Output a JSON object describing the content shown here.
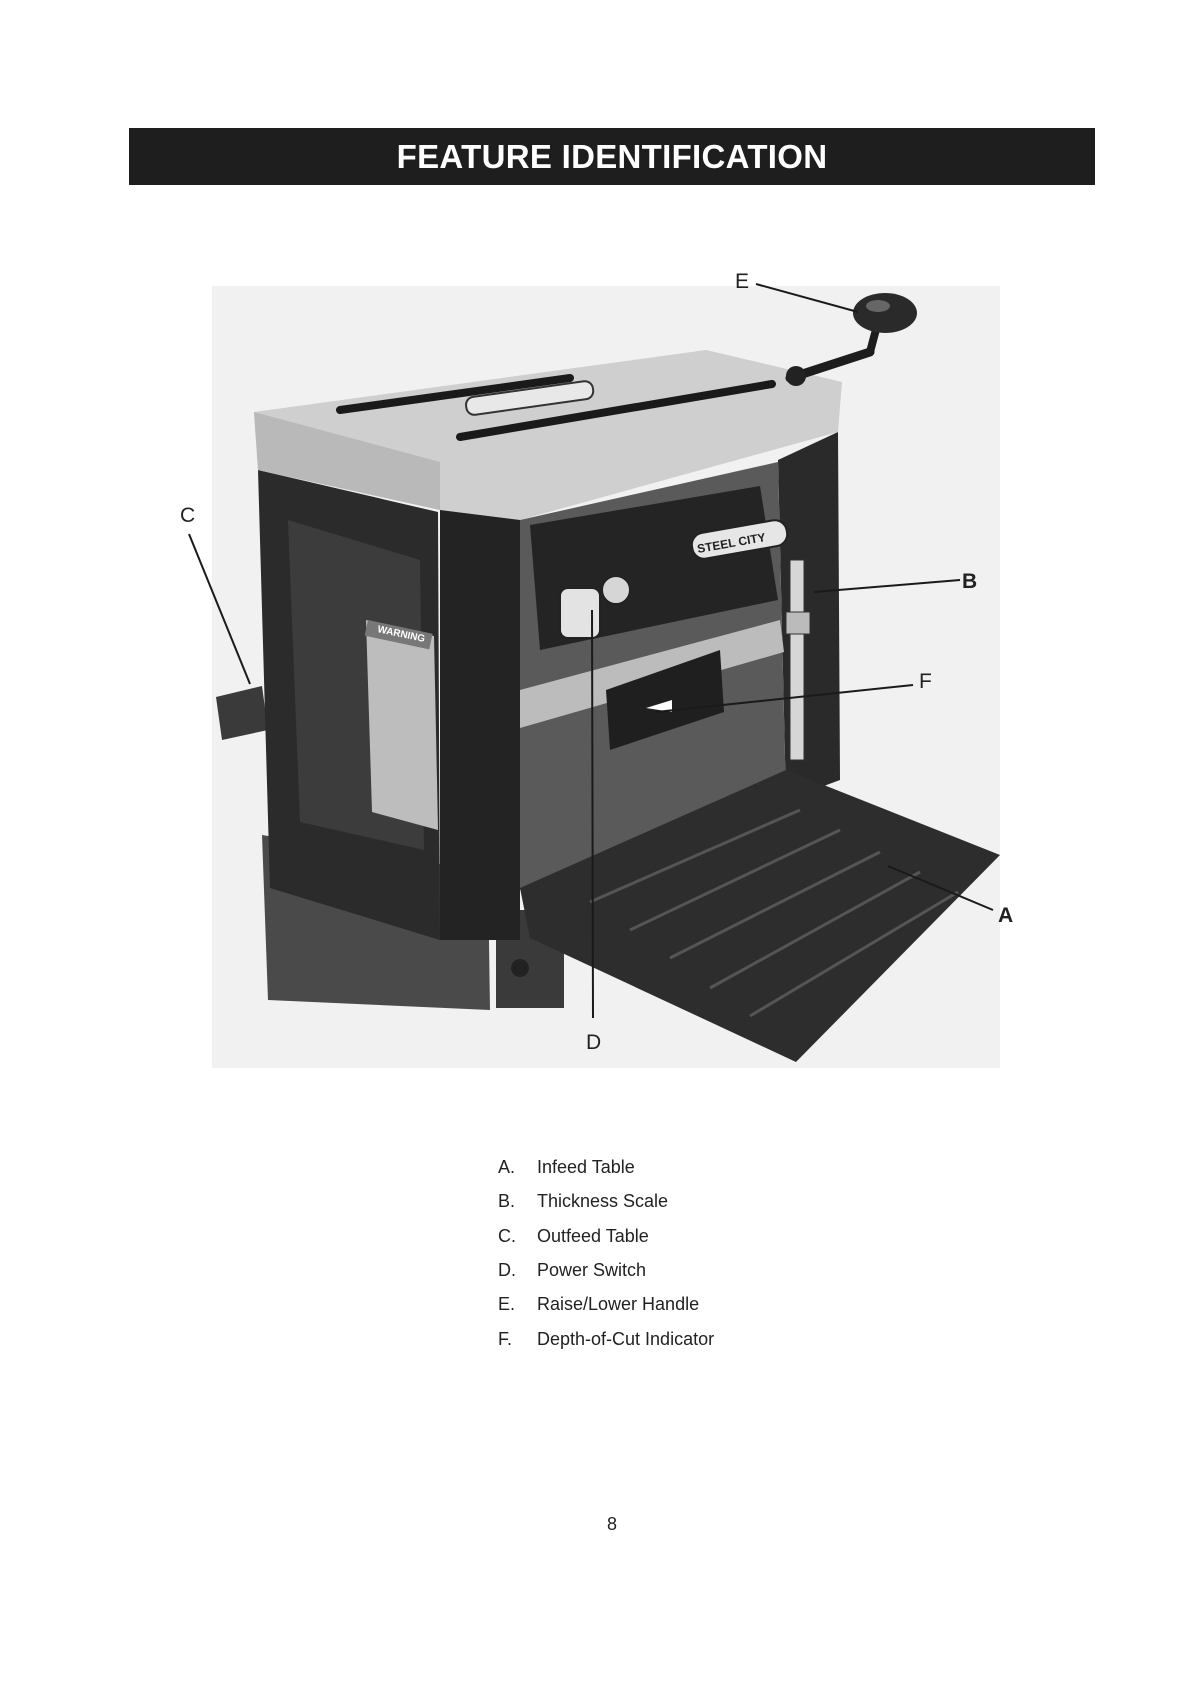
{
  "header": {
    "title": "FEATURE IDENTIFICATION"
  },
  "figure": {
    "callouts": [
      {
        "letter": "E"
      },
      {
        "letter": "C"
      },
      {
        "letter": "B"
      },
      {
        "letter": "F"
      },
      {
        "letter": "A"
      },
      {
        "letter": "D"
      }
    ],
    "machine": {
      "brand_label": "STEEL CITY",
      "warning_label": "WARNING"
    }
  },
  "legend": [
    {
      "letter": "A.",
      "text": "Infeed Table"
    },
    {
      "letter": "B.",
      "text": "Thickness Scale"
    },
    {
      "letter": "C.",
      "text": "Outfeed Table"
    },
    {
      "letter": "D.",
      "text": "Power Switch"
    },
    {
      "letter": "E.",
      "text": "Raise/Lower Handle"
    },
    {
      "letter": "F.",
      "text": "Depth-of-Cut Indicator"
    }
  ],
  "footer": {
    "page_number": "8"
  }
}
